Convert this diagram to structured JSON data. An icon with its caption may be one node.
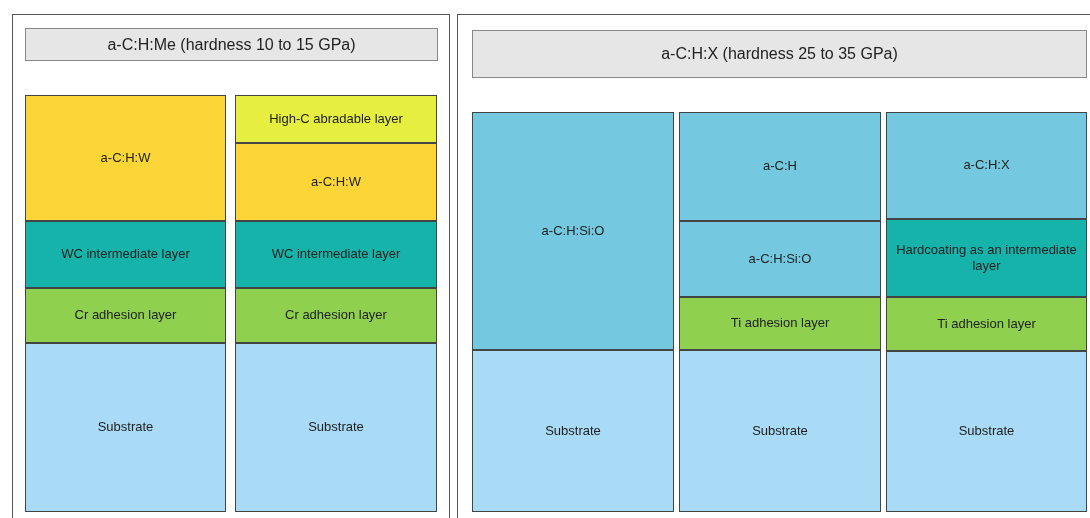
{
  "diagram": {
    "nodes": [
      {
        "text": [],
        "shape": "box"
      },
      {
        "text": [
          "a-C:H:Me (hardness 10 to 15 GPa)"
        ],
        "in": 0
      },
      {
        "text": [
          "a-C:H:W"
        ],
        "in": 0
      },
      {
        "text": [
          "WC intermediate layer"
        ],
        "in": 0
      },
      {
        "text": [
          "Cr adhesion layer"
        ],
        "in": 0
      },
      {
        "text": [
          "Substrate"
        ],
        "in": 0
      },
      {
        "text": [
          "High-C abradable layer"
        ],
        "in": 0
      },
      {
        "text": [
          "a-C:H:W"
        ],
        "in": 0
      },
      {
        "text": [
          "WC intermediate layer"
        ],
        "in": 0
      },
      {
        "text": [
          "Cr adhesion layer"
        ],
        "in": 0
      },
      {
        "text": [
          "Substrate"
        ],
        "in": 0
      },
      {
        "text": [],
        "shape": "box"
      },
      {
        "text": [
          "a-C:H:X (hardness 25 to 35 GPa)"
        ],
        "in": 11
      },
      {
        "text": [
          "a-C:H:Si:O"
        ],
        "in": 11
      },
      {
        "text": [
          "Substrate"
        ],
        "in": 11
      },
      {
        "text": [
          "a-C:H"
        ],
        "in": 11
      },
      {
        "text": [
          "a-C:H:Si:O"
        ],
        "in": 11
      },
      {
        "text": [
          "Ti adhesion layer"
        ],
        "in": 11
      },
      {
        "text": [
          "Substrate"
        ],
        "in": 11
      },
      {
        "text": [
          "a-C:H:X"
        ],
        "in": 11
      },
      {
        "text": [
          "Hardcoating as an intermediate layer"
        ],
        "in": 11
      },
      {
        "text": [
          "Ti adhesion layer"
        ],
        "in": 11
      },
      {
        "text": [
          "Substrate"
        ],
        "in": 11
      }
    ]
  }
}
